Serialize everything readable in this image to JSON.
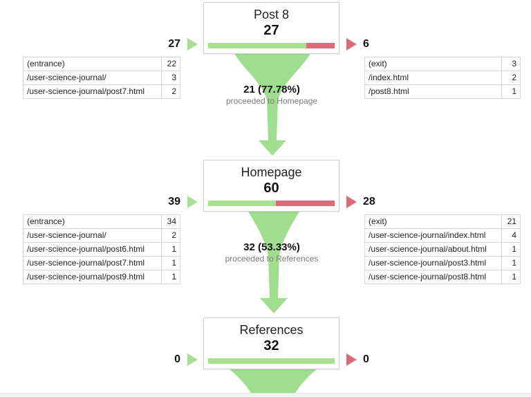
{
  "colors": {
    "green": "#a8df92",
    "red": "#db6b7a",
    "funnel": "#9fdd8f"
  },
  "steps": [
    {
      "name": "Post 8",
      "total": "27",
      "in_count": "27",
      "out_count": "6",
      "proceeded_fraction": 0.7778,
      "entrances": [
        {
          "label": "(entrance)",
          "value": "22"
        },
        {
          "label": "/user-science-journal/",
          "value": "3"
        },
        {
          "label": "/user-science-journal/post7.html",
          "value": "2"
        }
      ],
      "exits": [
        {
          "label": "(exit)",
          "value": "3"
        },
        {
          "label": "/index.html",
          "value": "2"
        },
        {
          "label": "/post8.html",
          "value": "1"
        }
      ],
      "flow_count": "21 (77.78%)",
      "flow_caption": "proceeded to Homepage"
    },
    {
      "name": "Homepage",
      "total": "60",
      "in_count": "39",
      "out_count": "28",
      "proceeded_fraction": 0.5333,
      "entrances": [
        {
          "label": "(entrance)",
          "value": "34"
        },
        {
          "label": "/user-science-journal/",
          "value": "2"
        },
        {
          "label": "/user-science-journal/post6.html",
          "value": "1"
        },
        {
          "label": "/user-science-journal/post7.html",
          "value": "1"
        },
        {
          "label": "/user-science-journal/post9.html",
          "value": "1"
        }
      ],
      "exits": [
        {
          "label": "(exit)",
          "value": "21"
        },
        {
          "label": "/user-science-journal/index.html",
          "value": "4"
        },
        {
          "label": "/user-science-journal/about.html",
          "value": "1"
        },
        {
          "label": "/user-science-journal/post3.html",
          "value": "1"
        },
        {
          "label": "/user-science-journal/post8.html",
          "value": "1"
        }
      ],
      "flow_count": "32 (53.33%)",
      "flow_caption": "proceeded to References"
    },
    {
      "name": "References",
      "total": "32",
      "in_count": "0",
      "out_count": "0",
      "proceeded_fraction": 1.0,
      "entrances": [],
      "exits": [],
      "flow_count": "",
      "flow_caption": ""
    }
  ]
}
